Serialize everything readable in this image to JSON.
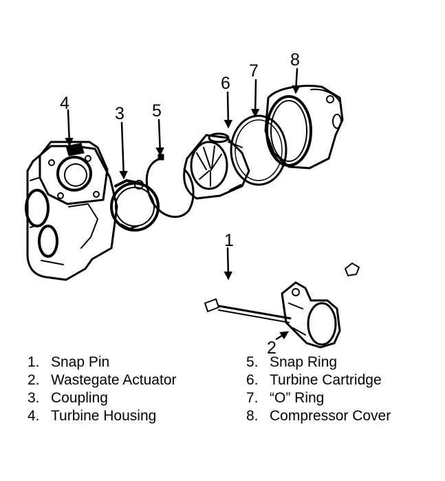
{
  "callouts": [
    "1",
    "2",
    "3",
    "4",
    "5",
    "6",
    "7",
    "8"
  ],
  "legend": {
    "left": [
      {
        "num": "1.",
        "label": "Snap Pin"
      },
      {
        "num": "2.",
        "label": "Wastegate Actuator"
      },
      {
        "num": "3.",
        "label": "Coupling"
      },
      {
        "num": "4.",
        "label": "Turbine Housing"
      }
    ],
    "right": [
      {
        "num": "5.",
        "label": "Snap Ring"
      },
      {
        "num": "6.",
        "label": "Turbine Cartridge"
      },
      {
        "num": "7.",
        "label": "“O” Ring"
      },
      {
        "num": "8.",
        "label": "Compressor Cover"
      }
    ]
  }
}
